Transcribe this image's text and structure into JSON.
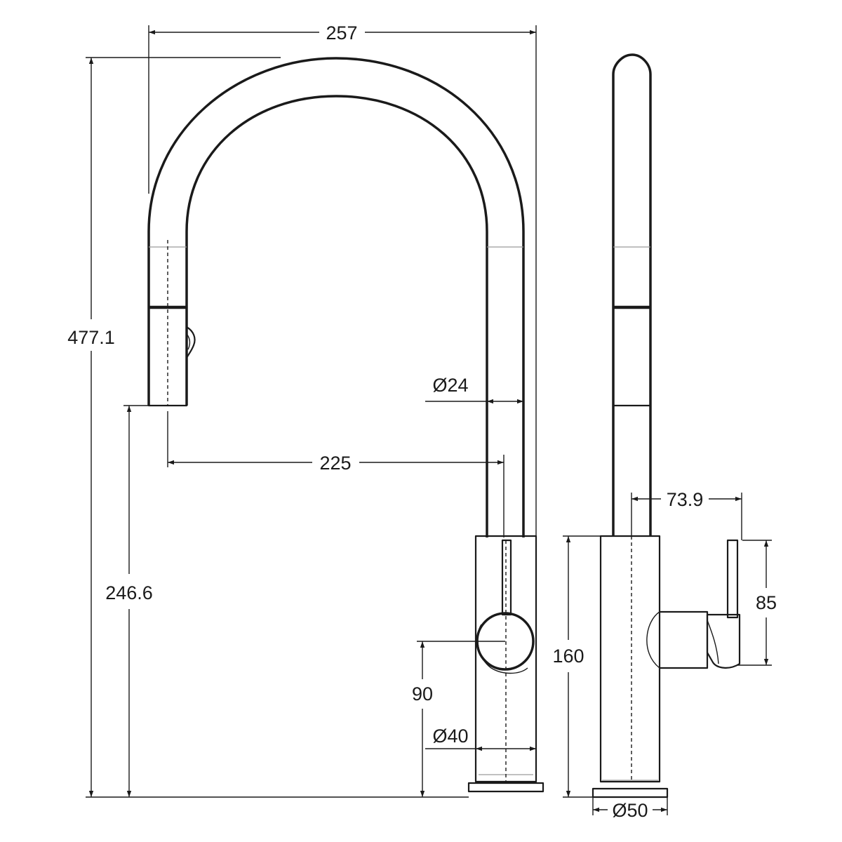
{
  "diagram": {
    "line_color": "#1a1a1a",
    "background": "#ffffff",
    "dimensions": {
      "spout_width": "257",
      "total_height": "477.1",
      "spout_outlet_height": "246.6",
      "spout_reach": "225",
      "spout_diameter": "Ø24",
      "handle_height": "90",
      "body_diameter_front": "Ø40",
      "handle_projection": "73.9",
      "handle_length": "85",
      "body_height": "160",
      "base_diameter": "Ø50"
    }
  }
}
